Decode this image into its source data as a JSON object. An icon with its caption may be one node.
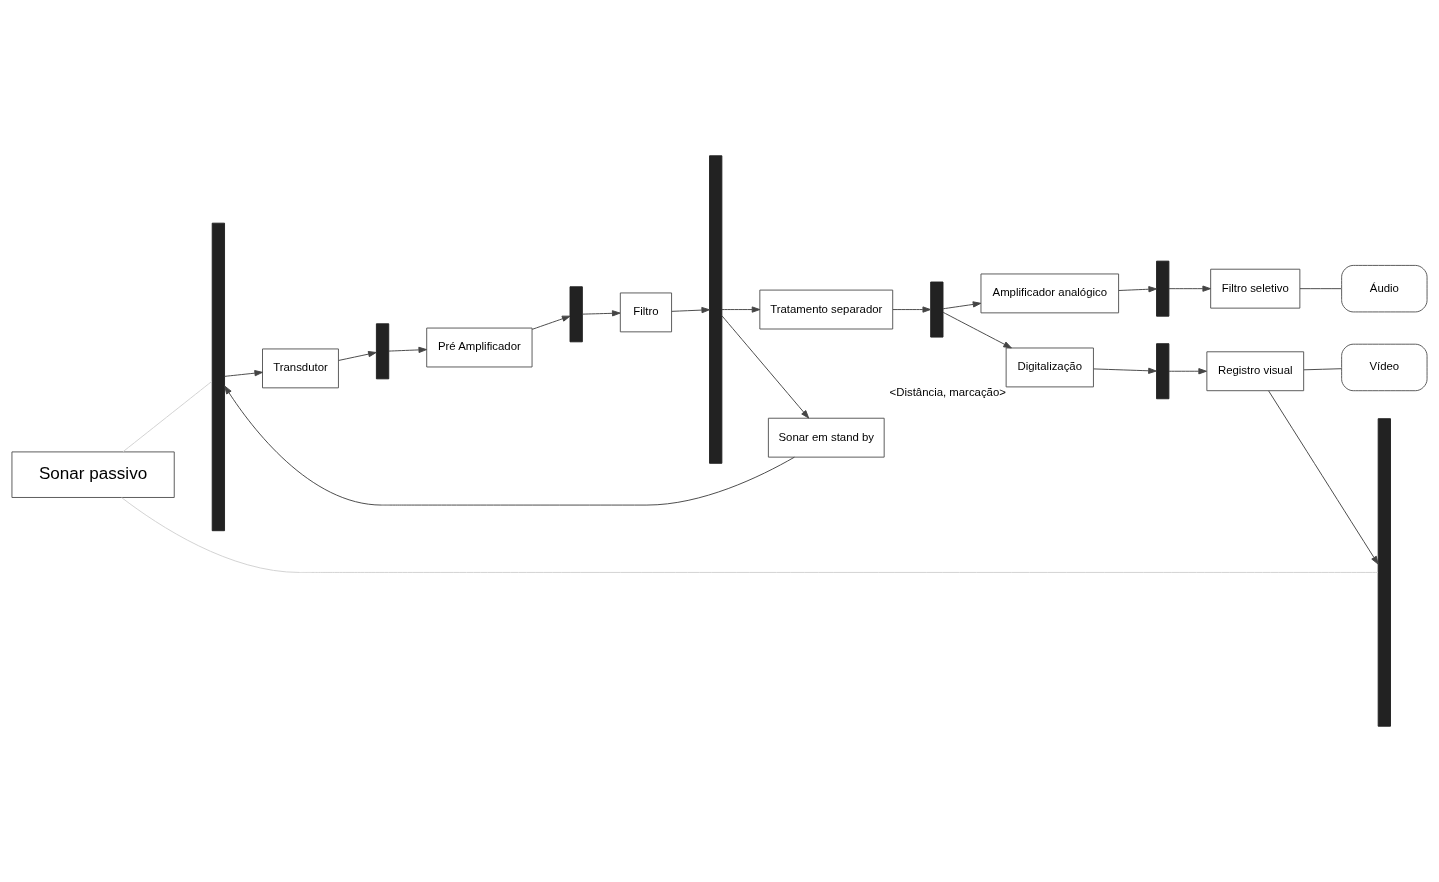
{
  "diagram": {
    "nodes": [
      {
        "text": [
          "Sonar passivo"
        ]
      },
      {
        "text": [],
        "shape": "bar"
      },
      {
        "text": [
          "Sonar em stand by"
        ]
      },
      {
        "text": [],
        "shape": "bar"
      },
      {
        "text": [
          "Áudio"
        ]
      },
      {
        "text": [
          "Amplificador analógico"
        ]
      },
      {
        "text": [],
        "shape": "bar"
      },
      {
        "text": [
          "Filtro seletivo"
        ]
      },
      {
        "text": [],
        "shape": "bar"
      },
      {
        "text": [
          "Transdutor"
        ]
      },
      {
        "text": [],
        "shape": "bar"
      },
      {
        "text": [
          "Pré Amplificador"
        ]
      },
      {
        "text": [],
        "shape": "bar"
      },
      {
        "text": [
          "Filtro"
        ]
      },
      {
        "text": [
          "Tratamento separador"
        ]
      },
      {
        "text": [],
        "shape": "bar"
      },
      {
        "text": [
          "Registro visual"
        ]
      },
      {
        "text": [
          "Digitalização"
        ],
        "beside": [
          "<Distância, marcação>"
        ]
      },
      {
        "text": [],
        "shape": "bar"
      },
      {
        "text": [
          "Vídeo"
        ]
      }
    ],
    "edges": [
      {
        "from": 0,
        "to": 1,
        "arrow": "none",
        "color": "#d0d0d0"
      },
      {
        "from": 0,
        "to": 8,
        "arrow": "none",
        "color": "#d0d0d0"
      },
      {
        "from": 1,
        "to": 9,
        "arrow": "to"
      },
      {
        "from": 9,
        "to": 10,
        "arrow": "to"
      },
      {
        "from": 10,
        "to": 11,
        "arrow": "to"
      },
      {
        "from": 11,
        "to": 12,
        "arrow": "to"
      },
      {
        "from": 12,
        "to": 13,
        "arrow": "to"
      },
      {
        "from": 13,
        "to": 3,
        "arrow": "to"
      },
      {
        "from": 3,
        "to": 2,
        "arrow": "to"
      },
      {
        "from": 2,
        "to": 1,
        "arrow": "to"
      },
      {
        "from": 3,
        "to": 14,
        "arrow": "to"
      },
      {
        "from": 14,
        "to": 15,
        "arrow": "to"
      },
      {
        "from": 15,
        "to": 5,
        "arrow": "to"
      },
      {
        "from": 15,
        "to": 17,
        "arrow": "to"
      },
      {
        "from": 5,
        "to": 6,
        "arrow": "to"
      },
      {
        "from": 6,
        "to": 7,
        "arrow": "to"
      },
      {
        "from": 7,
        "to": 4,
        "arrow": "none"
      },
      {
        "from": 17,
        "to": 18,
        "arrow": "to"
      },
      {
        "from": 18,
        "to": 16,
        "arrow": "to"
      },
      {
        "from": 16,
        "to": 8,
        "arrow": "to"
      },
      {
        "from": 16,
        "to": 19,
        "arrow": "none"
      }
    ]
  }
}
